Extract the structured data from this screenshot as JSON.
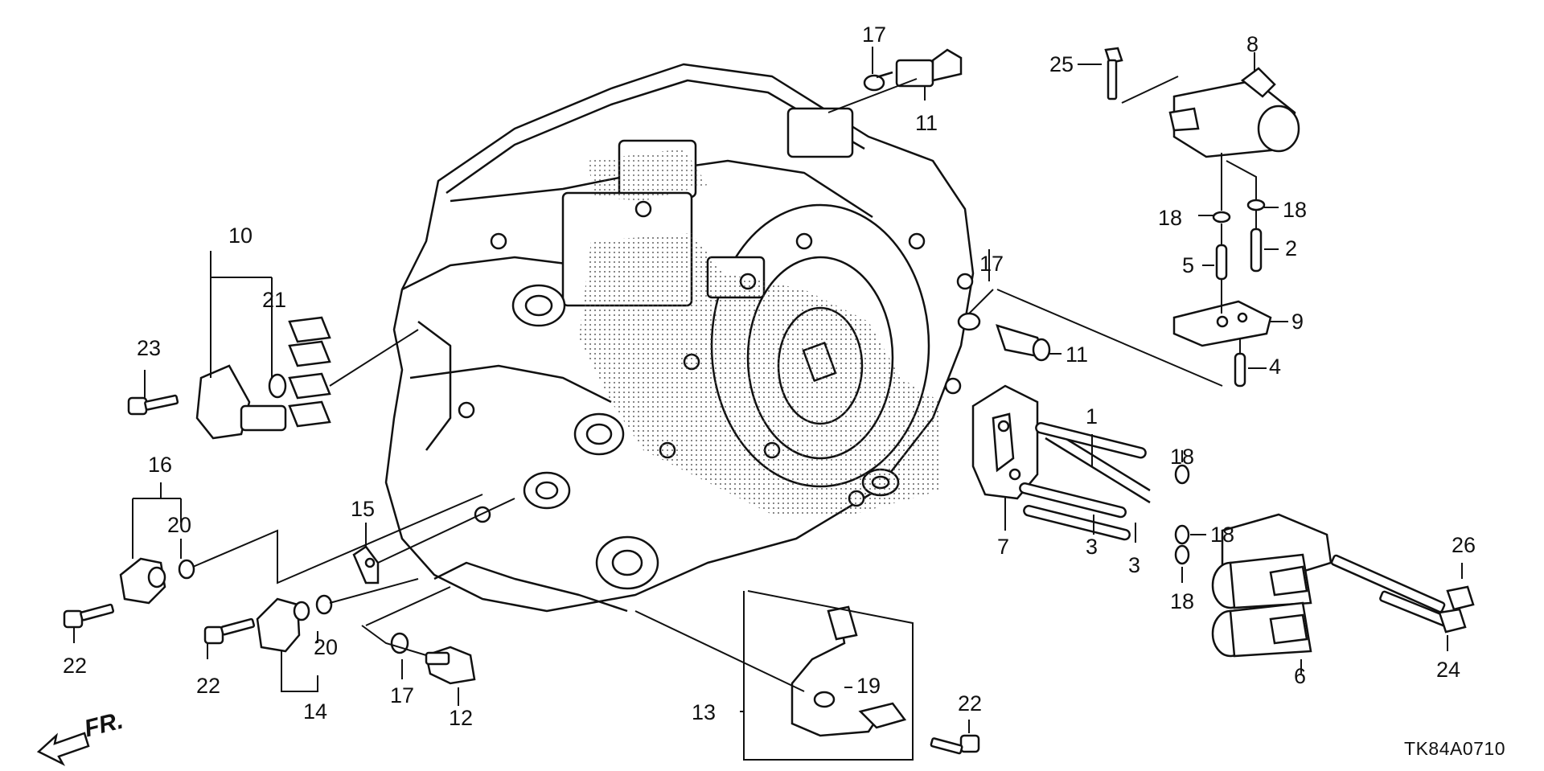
{
  "diagram_code": "TK84A0710",
  "direction_label": "FR.",
  "callouts": [
    {
      "id": "c1",
      "text": "1"
    },
    {
      "id": "c2",
      "text": "2"
    },
    {
      "id": "c3a",
      "text": "3"
    },
    {
      "id": "c3b",
      "text": "3"
    },
    {
      "id": "c4",
      "text": "4"
    },
    {
      "id": "c5",
      "text": "5"
    },
    {
      "id": "c6",
      "text": "6"
    },
    {
      "id": "c7",
      "text": "7"
    },
    {
      "id": "c8",
      "text": "8"
    },
    {
      "id": "c9",
      "text": "9"
    },
    {
      "id": "c10",
      "text": "10"
    },
    {
      "id": "c11a",
      "text": "11"
    },
    {
      "id": "c11b",
      "text": "11"
    },
    {
      "id": "c12",
      "text": "12"
    },
    {
      "id": "c13",
      "text": "13"
    },
    {
      "id": "c14",
      "text": "14"
    },
    {
      "id": "c15",
      "text": "15"
    },
    {
      "id": "c16",
      "text": "16"
    },
    {
      "id": "c17a",
      "text": "17"
    },
    {
      "id": "c17b",
      "text": "17"
    },
    {
      "id": "c17c",
      "text": "17"
    },
    {
      "id": "c18a",
      "text": "18"
    },
    {
      "id": "c18b",
      "text": "18"
    },
    {
      "id": "c18c",
      "text": "18"
    },
    {
      "id": "c18d",
      "text": "18"
    },
    {
      "id": "c18e",
      "text": "18"
    },
    {
      "id": "c19",
      "text": "19"
    },
    {
      "id": "c20a",
      "text": "20"
    },
    {
      "id": "c20b",
      "text": "20"
    },
    {
      "id": "c21",
      "text": "21"
    },
    {
      "id": "c22a",
      "text": "22"
    },
    {
      "id": "c22b",
      "text": "22"
    },
    {
      "id": "c22c",
      "text": "22"
    },
    {
      "id": "c23",
      "text": "23"
    },
    {
      "id": "c24",
      "text": "24"
    },
    {
      "id": "c25",
      "text": "25"
    },
    {
      "id": "c26",
      "text": "26"
    }
  ]
}
